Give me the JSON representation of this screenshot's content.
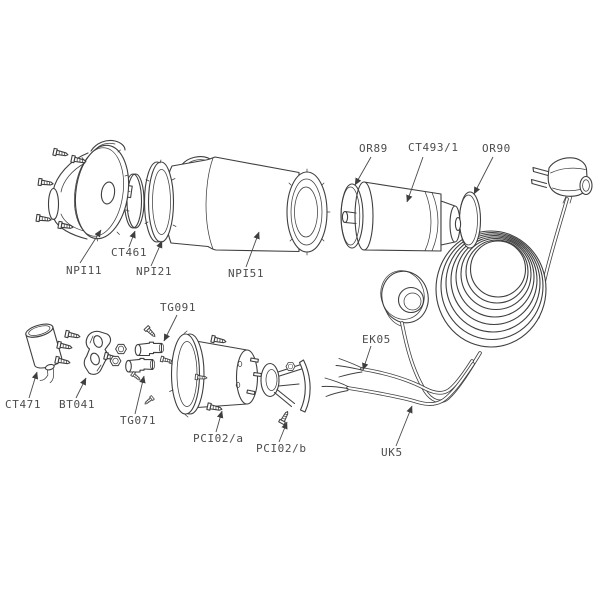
{
  "diagram": {
    "kind": "exploded-parts-diagram",
    "colors": {
      "line": "#3f3f3f",
      "label_text": "#4d4d4d",
      "background": "#ffffff"
    },
    "labels": {
      "npi11": "NPI11",
      "ct461": "CT461",
      "npi21": "NPI21",
      "npi51": "NPI51",
      "or89": "OR89",
      "ct493_1": "CT493/1",
      "or90": "OR90",
      "tg091": "TG091",
      "ct471": "CT471",
      "bt041": "BT041",
      "tg071": "TG071",
      "pci02_a": "PCI02/a",
      "pci02_b": "PCI02/b",
      "ek05": "EK05",
      "uk5": "UK5"
    }
  }
}
